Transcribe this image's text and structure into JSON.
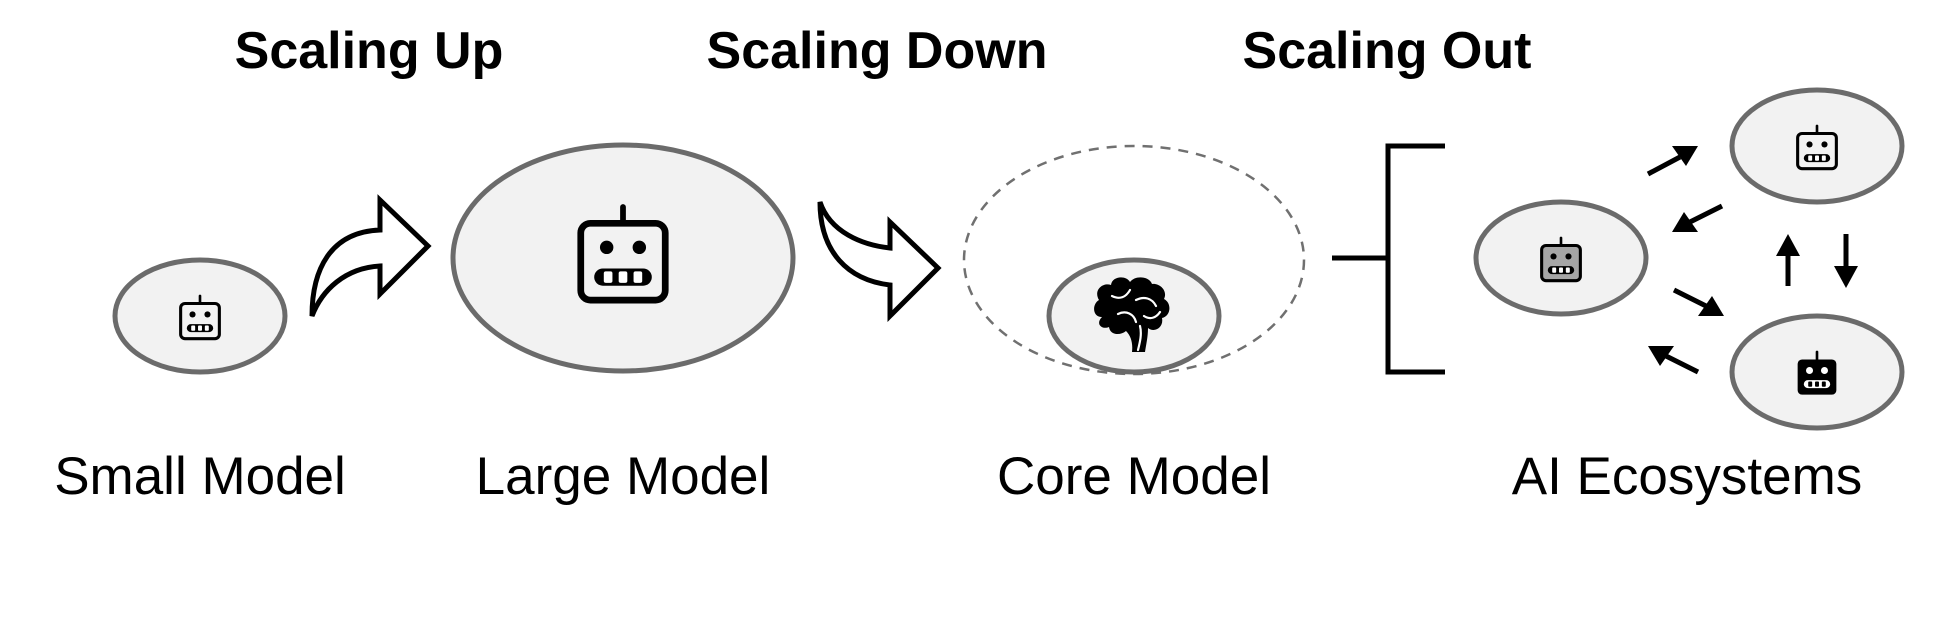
{
  "headings": {
    "scaling_up": "Scaling Up",
    "scaling_down": "Scaling Down",
    "scaling_out": "Scaling Out"
  },
  "labels": {
    "small_model": "Small Model",
    "large_model": "Large Model",
    "core_model": "Core Model",
    "ai_ecosystems": "AI Ecosystems"
  },
  "icons": {
    "small_model": "robot-icon",
    "large_model": "robot-icon",
    "core_model": "brain-icon",
    "ecosystem_agents": [
      "robot-icon",
      "robot-icon",
      "robot-icon"
    ]
  },
  "colors": {
    "ellipse_fill": "#f2f2f2",
    "ellipse_stroke": "#6b6b6b",
    "dashed_stroke": "#707070",
    "ink": "#000000",
    "robot_gray": "#a6a6a6"
  }
}
